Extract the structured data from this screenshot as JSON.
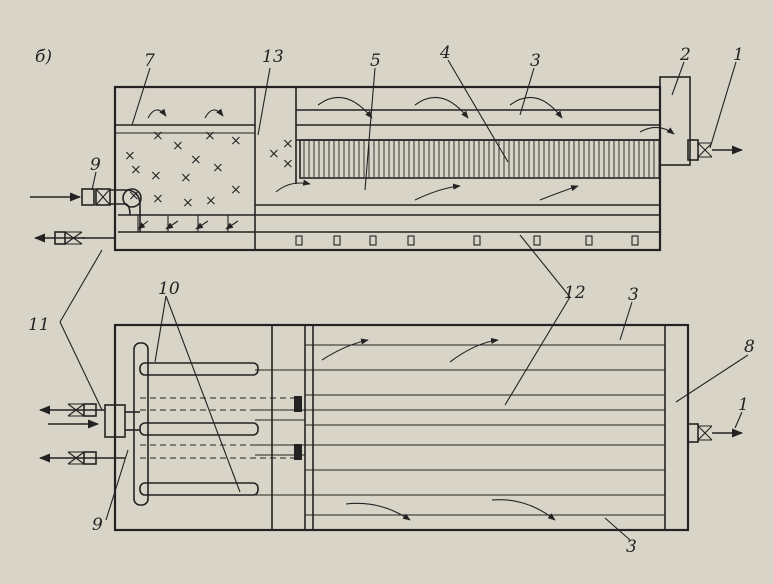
{
  "figure": {
    "panel_label": "б)",
    "labels": {
      "n1_top": "1",
      "n2": "2",
      "n3_top": "3",
      "n4": "4",
      "n5": "5",
      "n7": "7",
      "n9_top": "9",
      "n11": "11",
      "n12": "12",
      "n13": "13",
      "n10": "10",
      "n3_right": "3",
      "n8": "8",
      "n1_bottom": "1",
      "n9_bottom": "9",
      "n3_bottom": "3"
    }
  },
  "colors": {
    "paper": "#d9d4c8",
    "ink": "#222222"
  }
}
